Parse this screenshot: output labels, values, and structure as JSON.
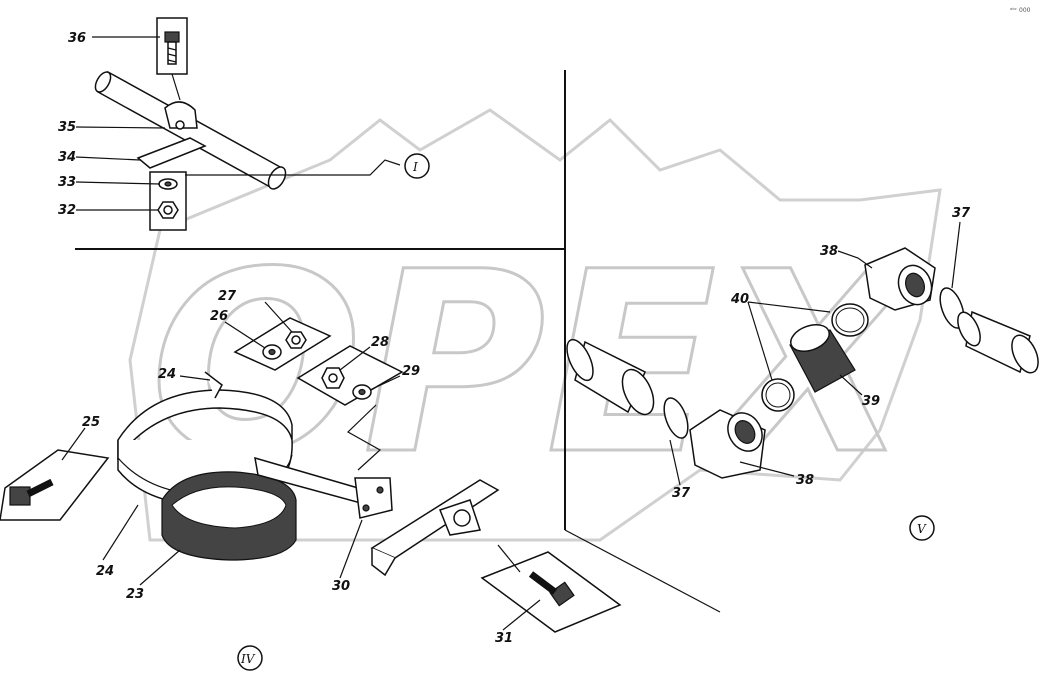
{
  "watermark": {
    "text": "OPEX",
    "color": "#c8c8c8"
  },
  "corner_mark": "ᵃᵇᶜ 000",
  "callouts": {
    "c36": "36",
    "c35": "35",
    "c34": "34",
    "c33": "33",
    "c32": "32",
    "c27": "27",
    "c26": "26",
    "c28": "28",
    "c29": "29",
    "c24a": "24",
    "c25": "25",
    "c24b": "24",
    "c23": "23",
    "c30": "30",
    "c31": "31",
    "c38a": "38",
    "c37a": "37",
    "c40": "40",
    "c39": "39",
    "c37b": "37",
    "c38b": "38"
  },
  "views": {
    "v1": "I",
    "v4": "IV",
    "v5": "V"
  },
  "icons": [
    "bolt-icon",
    "nut-icon",
    "washer-icon",
    "clamp-ring-icon",
    "pipe-icon",
    "elbow-icon",
    "bracket-icon"
  ]
}
